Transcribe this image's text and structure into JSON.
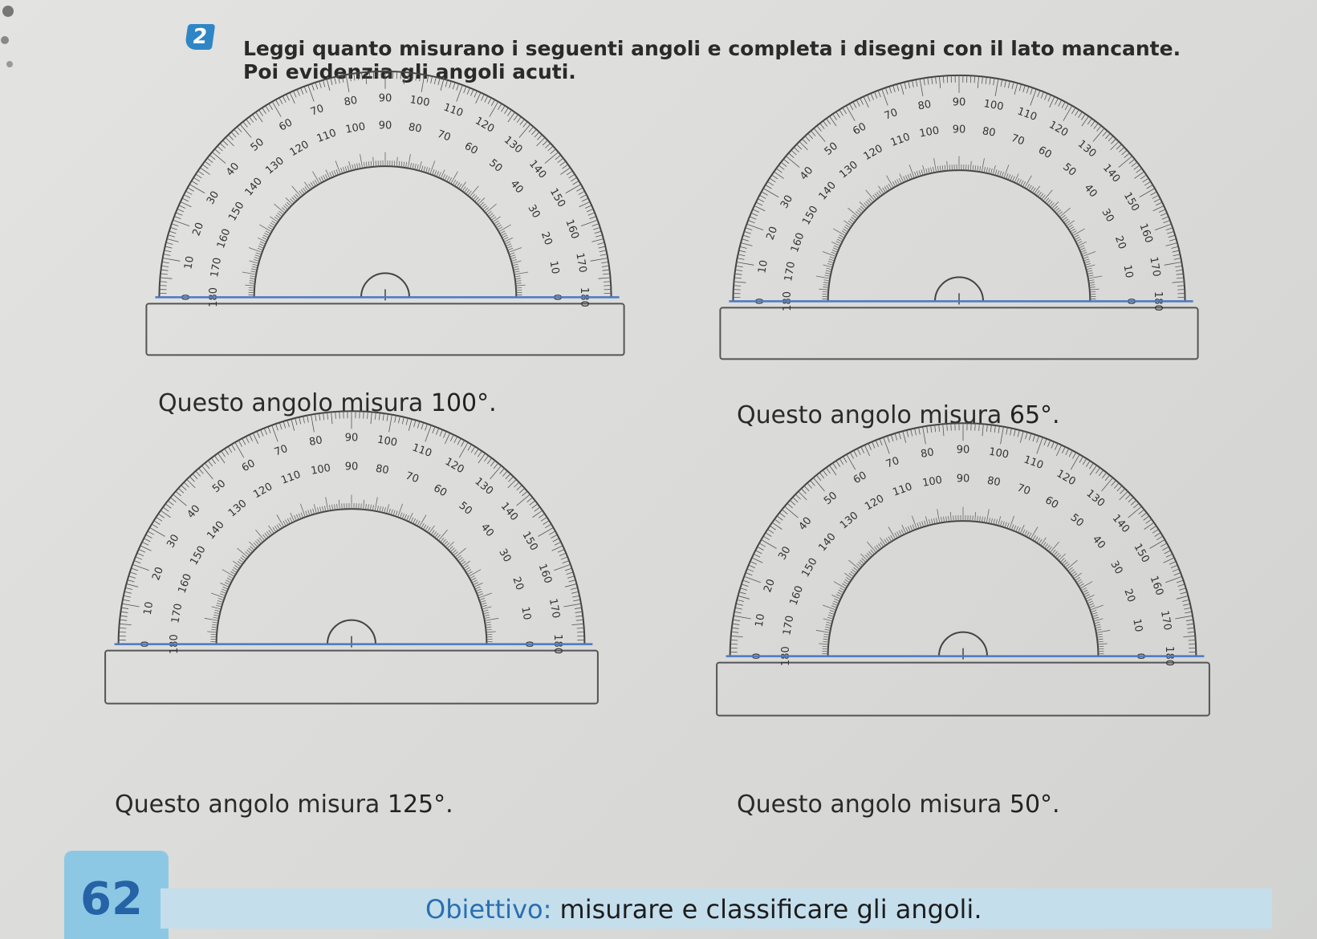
{
  "exercise": {
    "number": "2",
    "instruction_line1": "Leggi quanto misurano i seguenti angoli e completa i disegni con il lato mancante.",
    "instruction_line2": "Poi evidenzia gli angoli acuti."
  },
  "protractor": {
    "outer_scale": [
      "0",
      "10",
      "20",
      "30",
      "40",
      "50",
      "60",
      "70",
      "80",
      "90",
      "100",
      "110",
      "120",
      "130",
      "140",
      "150",
      "160",
      "170",
      "180"
    ],
    "inner_scale": [
      "180",
      "170",
      "160",
      "150",
      "140",
      "130",
      "120",
      "110",
      "100",
      "90",
      "80",
      "70",
      "60",
      "50",
      "40",
      "30",
      "20",
      "10",
      "0"
    ]
  },
  "angles": [
    {
      "caption": "Questo angolo misura",
      "value": "100°."
    },
    {
      "caption": "Questo angolo misura",
      "value": "65°."
    },
    {
      "caption": "Questo angolo misura",
      "value": "125°."
    },
    {
      "caption": "Questo angolo misura",
      "value": "50°."
    }
  ],
  "colors": {
    "baseline": "#4a78c2",
    "badge": "#2f86c6",
    "band": "#c4deec",
    "objective_label": "#2a6fb0"
  },
  "footer": {
    "page_number": "62",
    "objective_label": "Obiettivo: ",
    "objective_text": "misurare e classificare gli angoli."
  }
}
